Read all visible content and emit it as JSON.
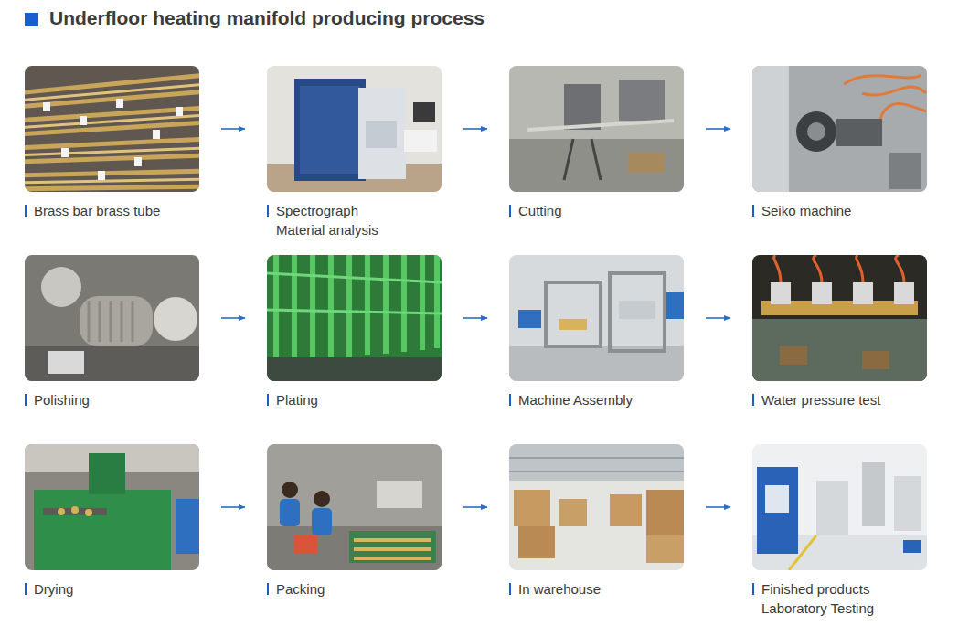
{
  "diagram": {
    "title": "Underfloor heating manifold producing process",
    "nodes": [
      {
        "text": [
          "Brass bar brass tube"
        ]
      },
      {
        "text": [
          "Spectrograph Material analysis"
        ]
      },
      {
        "text": [
          "Cutting"
        ]
      },
      {
        "text": [
          "Seiko machine"
        ]
      },
      {
        "text": [
          "Polishing"
        ]
      },
      {
        "text": [
          "Plating"
        ]
      },
      {
        "text": [
          "Machine Assembly"
        ]
      },
      {
        "text": [
          "Water pressure test"
        ]
      },
      {
        "text": [
          "Drying"
        ]
      },
      {
        "text": [
          "Packing"
        ]
      },
      {
        "text": [
          "In warehouse"
        ]
      },
      {
        "text": [
          "Finished products Laboratory Testing"
        ]
      }
    ],
    "edges": [
      {
        "from": 0,
        "to": 1,
        "arrow": "to"
      },
      {
        "from": 1,
        "to": 2,
        "arrow": "to"
      },
      {
        "from": 2,
        "to": 3,
        "arrow": "to"
      },
      {
        "from": 4,
        "to": 5,
        "arrow": "to"
      },
      {
        "from": 5,
        "to": 6,
        "arrow": "to"
      },
      {
        "from": 6,
        "to": 7,
        "arrow": "to"
      },
      {
        "from": 8,
        "to": 9,
        "arrow": "to"
      },
      {
        "from": 9,
        "to": 10,
        "arrow": "to"
      },
      {
        "from": 10,
        "to": 11,
        "arrow": "to"
      }
    ]
  }
}
